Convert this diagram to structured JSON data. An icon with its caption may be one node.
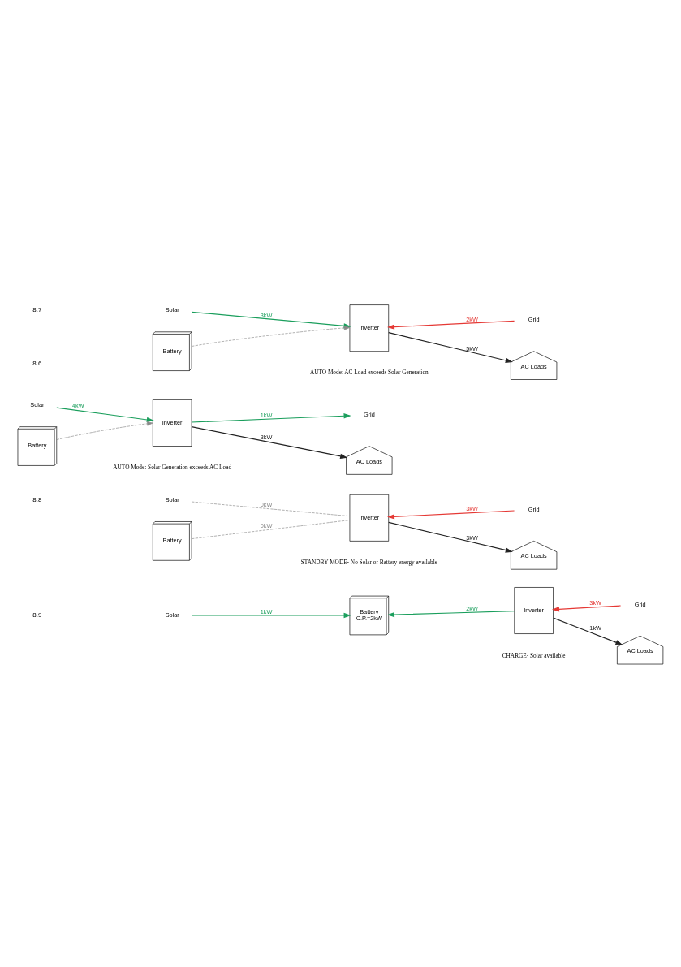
{
  "diagram": {
    "nodes": [
      {
        "text": [
          "Solar"
        ]
      },
      {
        "text": [
          "Battery"
        ]
      },
      {
        "text": [
          "Inverter"
        ]
      },
      {
        "text": [
          "AC Loads"
        ]
      },
      {
        "text": [
          "Grid"
        ]
      },
      {
        "text": [
          "Solar"
        ]
      },
      {
        "text": [
          "Battery"
        ]
      },
      {
        "text": [
          "Inverter"
        ]
      },
      {
        "text": [
          "AC Loads"
        ]
      },
      {
        "text": [
          "Grid"
        ]
      },
      {
        "text": [
          "Solar"
        ]
      },
      {
        "text": [
          "Battery"
        ]
      },
      {
        "text": [
          "Inverter"
        ]
      },
      {
        "text": [
          "AC Loads"
        ]
      },
      {
        "text": [
          "Grid"
        ]
      },
      {
        "text": [
          "Solar"
        ]
      },
      {
        "text": [
          "Battery",
          "C.P.=2kW"
        ]
      },
      {
        "text": [
          "Inverter"
        ]
      },
      {
        "text": [
          "AC Loads"
        ]
      },
      {
        "text": [
          "Grid"
        ]
      }
    ],
    "edges": [
      {
        "from": 0,
        "to": 2,
        "arrow": "to",
        "label": "3kW",
        "color": "#1a9e5c"
      },
      {
        "from": 1,
        "to": 2,
        "arrow": "to",
        "style": "dashed",
        "color": "#8a8a8a"
      },
      {
        "from": 2,
        "to": 3,
        "arrow": "to",
        "label": "5kW",
        "color": "#222222"
      },
      {
        "from": 4,
        "to": 2,
        "arrow": "to",
        "label": "2kW",
        "color": "#e53935"
      },
      {
        "from": 5,
        "to": 7,
        "arrow": "to",
        "label": "4kW",
        "color": "#1a9e5c"
      },
      {
        "from": 6,
        "to": 7,
        "arrow": "to",
        "style": "dashed",
        "color": "#8a8a8a"
      },
      {
        "from": 7,
        "to": 9,
        "arrow": "to",
        "label": "1kW",
        "color": "#1a9e5c"
      },
      {
        "from": 7,
        "to": 8,
        "arrow": "to",
        "label": "3kW",
        "color": "#222222"
      },
      {
        "from": 10,
        "to": 12,
        "arrow": "none",
        "label": "0kW",
        "style": "dashed",
        "color": "#8a8a8a"
      },
      {
        "from": 11,
        "to": 12,
        "arrow": "none",
        "label": "0kW",
        "style": "dashed",
        "color": "#8a8a8a"
      },
      {
        "from": 14,
        "to": 12,
        "arrow": "to",
        "label": "3kW",
        "color": "#e53935"
      },
      {
        "from": 12,
        "to": 13,
        "arrow": "to",
        "label": "3kW",
        "color": "#222222"
      },
      {
        "from": 15,
        "to": 16,
        "arrow": "to",
        "label": "1kW",
        "color": "#1a9e5c"
      },
      {
        "from": 17,
        "to": 16,
        "arrow": "to",
        "label": "2kW",
        "color": "#1a9e5c"
      },
      {
        "from": 19,
        "to": 17,
        "arrow": "to",
        "label": "3kW",
        "color": "#e53935"
      },
      {
        "from": 17,
        "to": 18,
        "arrow": "to",
        "label": "1kW",
        "color": "#222222"
      }
    ],
    "labels": [
      "8.6",
      "8.7",
      "AUTO Mode: AC Load exceeds Solar Generation",
      "AUTO Mode: Solar Generation exceeds AC Load",
      "8.8",
      "STANDBY MODE- No Solar or Battery energy available",
      "8.9",
      "CHARGE- Solar available"
    ]
  }
}
